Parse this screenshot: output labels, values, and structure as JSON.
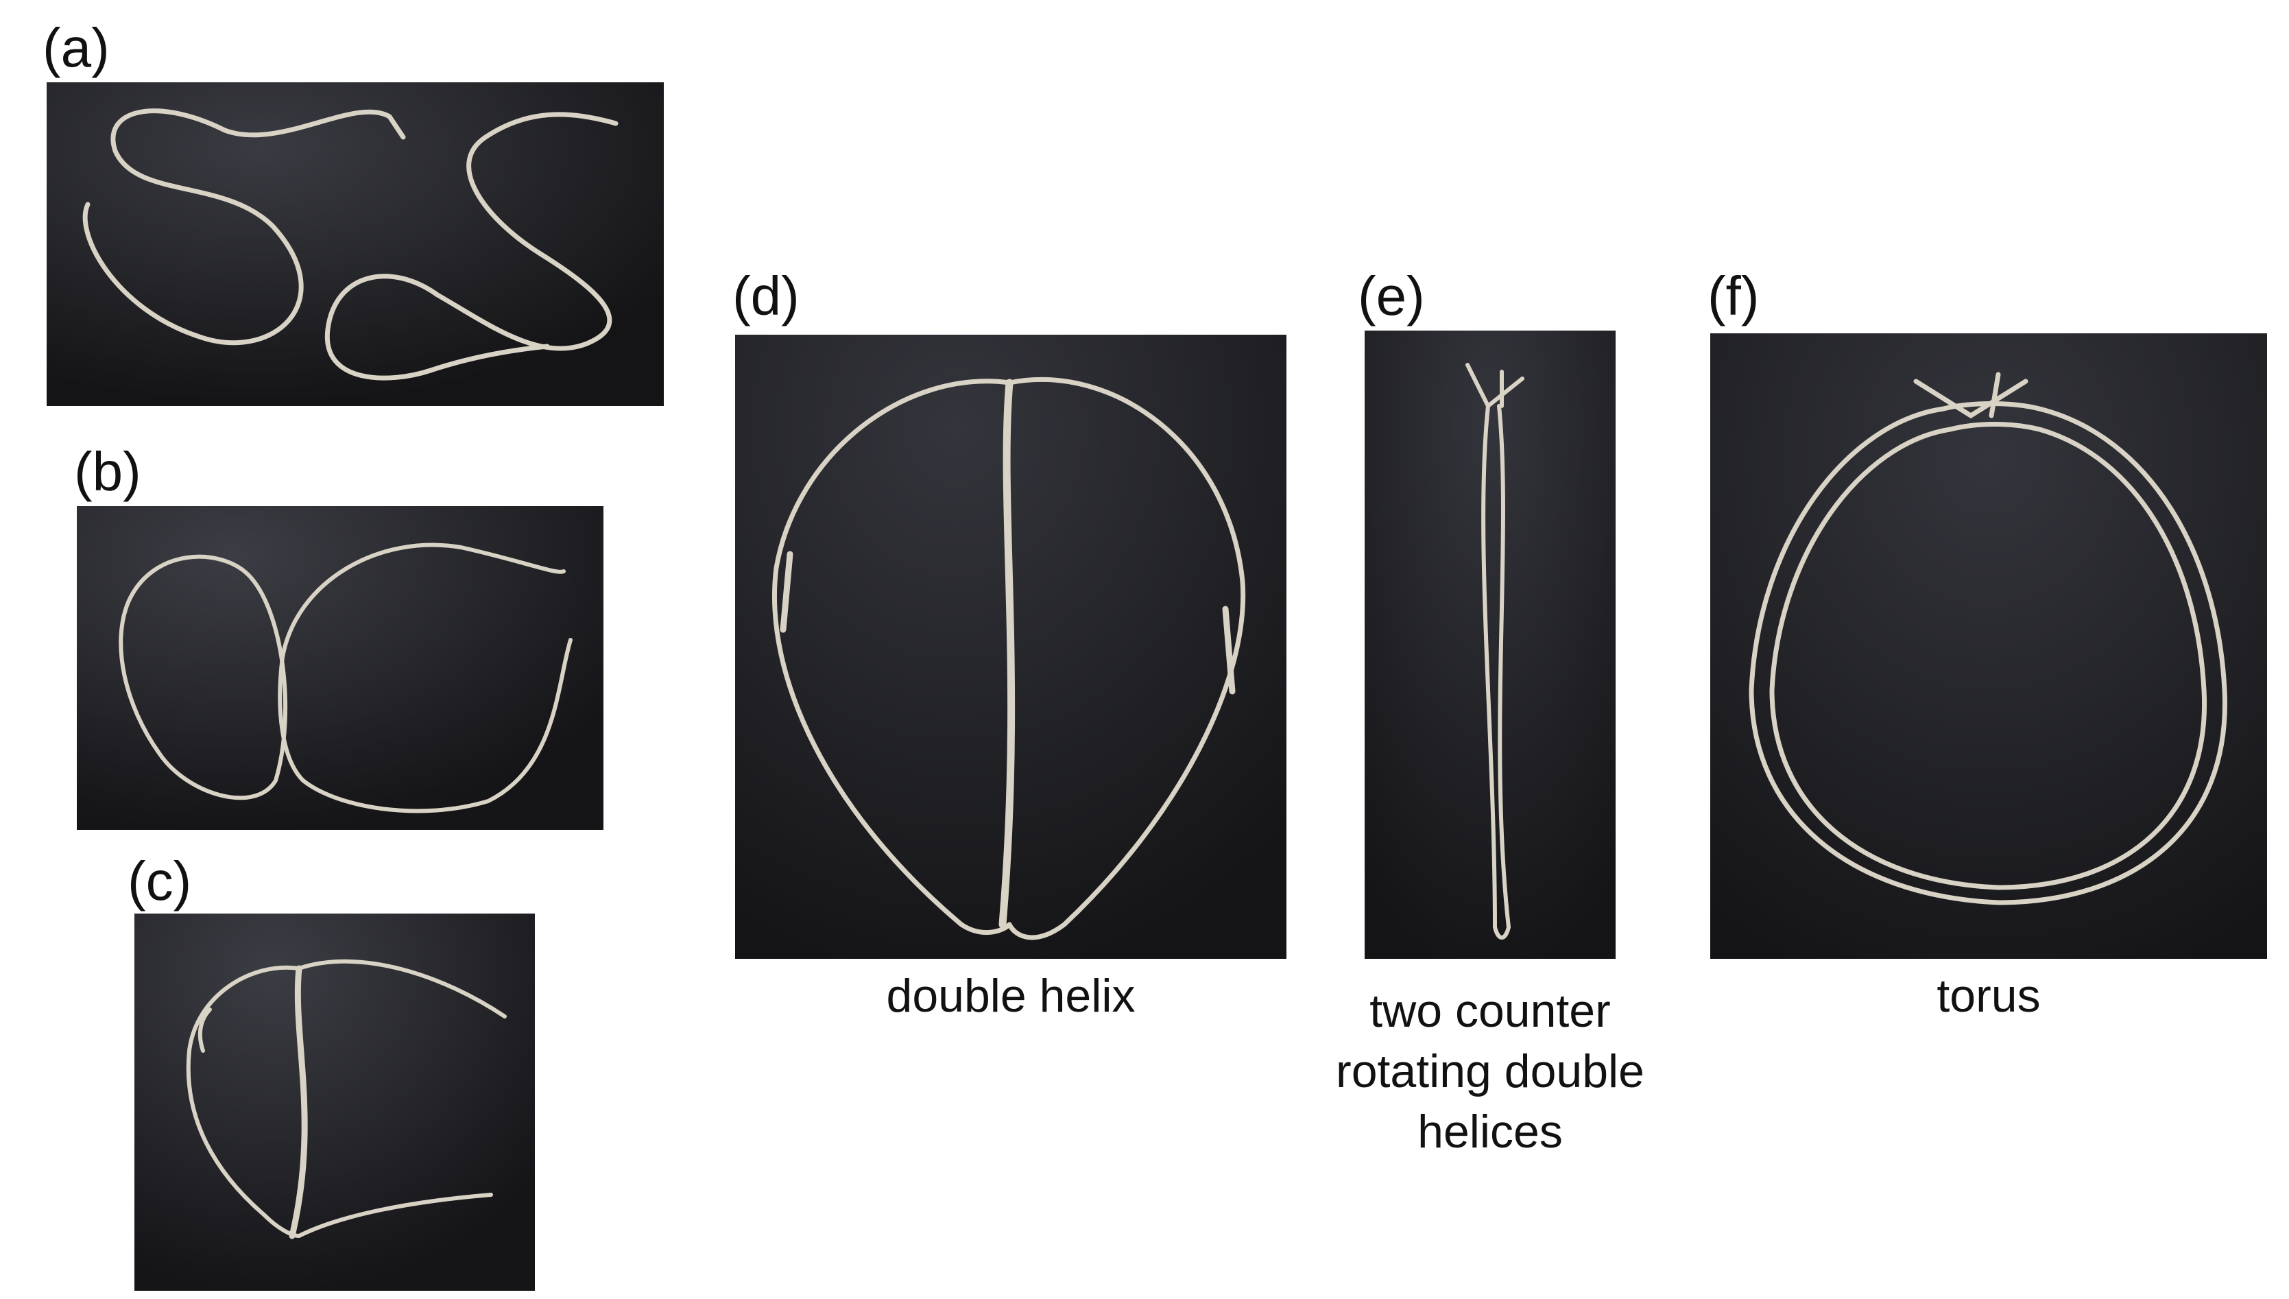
{
  "panels": {
    "a": {
      "label": "(a)"
    },
    "b": {
      "label": "(b)"
    },
    "c": {
      "label": "(c)"
    },
    "d": {
      "label": "(d)",
      "caption": "double helix"
    },
    "e": {
      "label": "(e)",
      "caption_lines": [
        "two counter",
        "rotating double",
        "helices"
      ]
    },
    "f": {
      "label": "(f)",
      "caption": "torus"
    }
  },
  "colors": {
    "board": "#1c1c1f",
    "rope": "#d9d3c6"
  }
}
